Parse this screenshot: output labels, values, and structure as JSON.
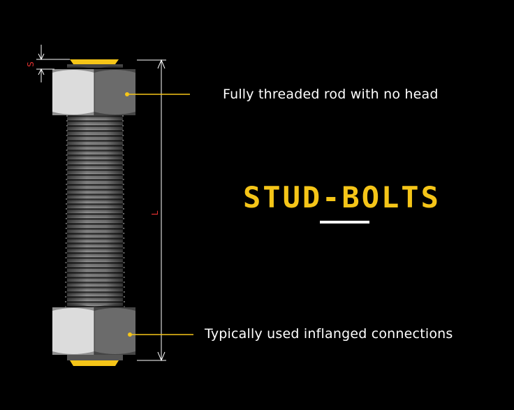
{
  "title": "STUD-BOLTS",
  "callouts": {
    "top": "Fully threaded rod with no head",
    "bottom": "Typically used inflanged connections"
  },
  "dimensions": {
    "s_label": "S",
    "l_label": "L"
  },
  "colors": {
    "background": "#000000",
    "accent": "#f5c518",
    "text": "#ffffff",
    "dimension_text": "#e03030",
    "nut_light": "#dcdcdc",
    "nut_dark": "#6b6b6b",
    "rod": "#555555"
  }
}
